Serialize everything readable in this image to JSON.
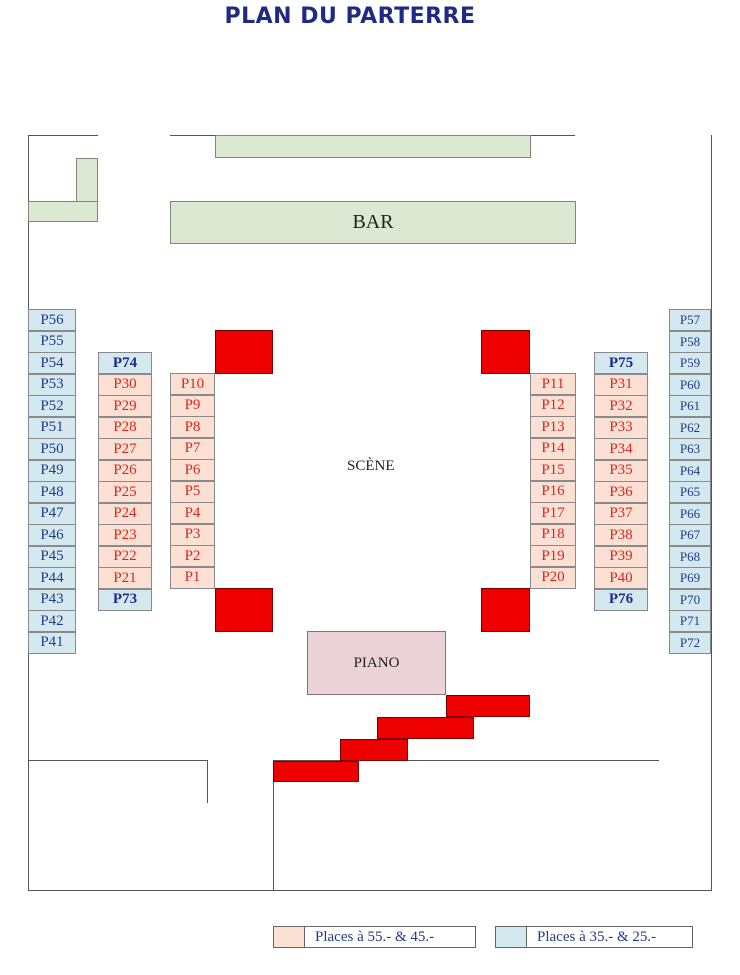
{
  "title": "PLAN DU PARTERRE",
  "bar_label": "BAR",
  "scene_label": "SCÈNE",
  "piano_label": "PIANO",
  "colors": {
    "seat_blue": "#d4e8ef",
    "seat_pink": "#fbe0d3",
    "seat_red_text": "#d8281f",
    "seat_blue_text": "#1f3c88",
    "stage_red": "#ee0000",
    "bar_green": "#dde8d3",
    "piano": "#ead2d6"
  },
  "seats": {
    "left_outer": [
      "P56",
      "P55",
      "P54",
      "P53",
      "P52",
      "P51",
      "P50",
      "P49",
      "P48",
      "P47",
      "P46",
      "P45",
      "P44",
      "P43",
      "P42",
      "P41"
    ],
    "left_middle": [
      "P74",
      "P30",
      "P29",
      "P28",
      "P27",
      "P26",
      "P25",
      "P24",
      "P23",
      "P22",
      "P21",
      "P73"
    ],
    "left_inner": [
      "P10",
      "P9",
      "P8",
      "P7",
      "P6",
      "P5",
      "P4",
      "P3",
      "P2",
      "P1"
    ],
    "right_inner": [
      "P11",
      "P12",
      "P13",
      "P14",
      "P15",
      "P16",
      "P17",
      "P18",
      "P19",
      "P20"
    ],
    "right_middle": [
      "P75",
      "P31",
      "P32",
      "P33",
      "P34",
      "P35",
      "P36",
      "P37",
      "P38",
      "P39",
      "P40",
      "P76"
    ],
    "right_outer": [
      "P57",
      "P58",
      "P59",
      "P60",
      "P61",
      "P62",
      "P63",
      "P64",
      "P65",
      "P66",
      "P67",
      "P68",
      "P69",
      "P70",
      "P71",
      "P72"
    ]
  },
  "legend": [
    {
      "label": "Places à 55.- & 45.-",
      "color": "#fbe0d3"
    },
    {
      "label": "Places à 35.- & 25.-",
      "color": "#d4e8ef"
    }
  ]
}
